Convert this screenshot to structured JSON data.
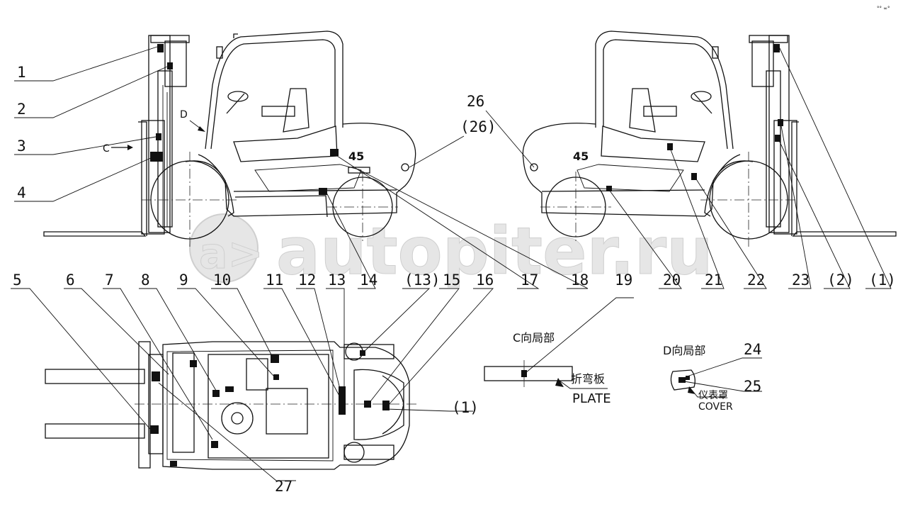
{
  "watermark": "autopiter.ru",
  "watermark_logo": "a>",
  "model_badge": "45",
  "corner_mark": "°° ∞°",
  "callouts": {
    "n1": "1",
    "n2": "2",
    "n3": "3",
    "n4": "4",
    "n5": "5",
    "n6": "6",
    "n7": "7",
    "n8": "8",
    "n9": "9",
    "n10": "10",
    "n11": "11",
    "n12": "12",
    "n13": "13",
    "n13p": "(13)",
    "n14": "14",
    "n15": "15",
    "n16": "16",
    "n17": "17",
    "n18": "18",
    "n19": "19",
    "n20": "20",
    "n21": "21",
    "n22": "22",
    "n23": "23",
    "n2p": "(2)",
    "n1p": "(1)",
    "n1p_top": "(1)",
    "n24": "24",
    "n25": "25",
    "n26": "26",
    "n26p": "(26)",
    "n27": "27"
  },
  "view_labels": {
    "c_arrow": "C",
    "d_arrow": "D",
    "c_detail": "C向局部",
    "d_detail": "D向局部",
    "plate_cn": "折弯板",
    "plate_en": "PLATE",
    "cover_cn": "仪表罩",
    "cover_en": "COVER"
  }
}
